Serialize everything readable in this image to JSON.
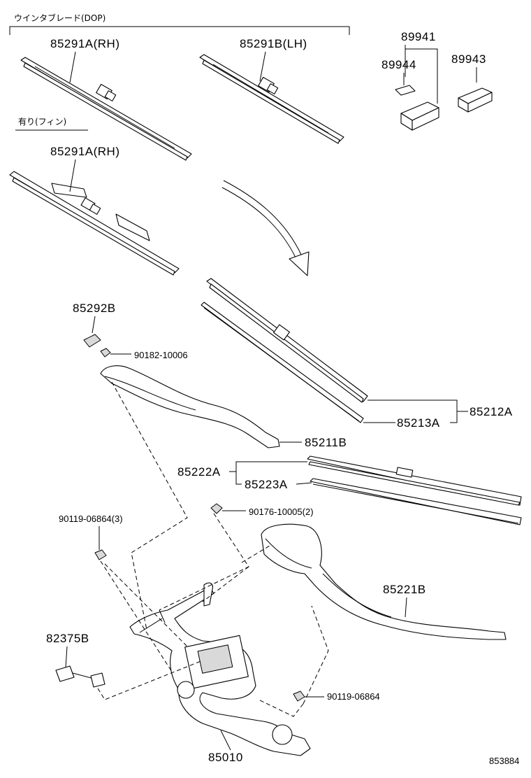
{
  "headers": {
    "blade_group": "ウインタブレード(DOP)",
    "fin_group": "有り(フィン)"
  },
  "labels": {
    "p85291A_rh_top": "85291A(RH)",
    "p85291B_lh": "85291B(LH)",
    "p85291A_rh_fin": "85291A(RH)",
    "p89941": "89941",
    "p89944": "89944",
    "p89943": "89943",
    "p85292B": "85292B",
    "p90182": "90182-10006",
    "p85211B": "85211B",
    "p85213A": "85213A",
    "p85212A": "85212A",
    "p85222A": "85222A",
    "p85223A": "85223A",
    "p90119_3": "90119-06864(3)",
    "p90176": "90176-10005(2)",
    "p85221B": "85221B",
    "p82375B": "82375B",
    "p90119": "90119-06864",
    "p85010": "85010"
  },
  "illustration_id": "853884"
}
